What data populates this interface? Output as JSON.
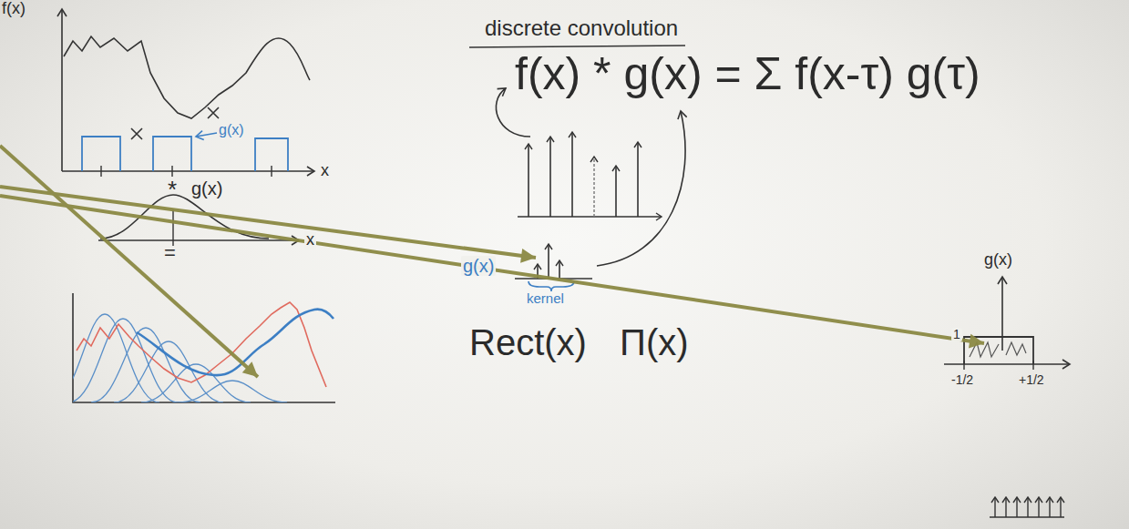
{
  "diagram": {
    "title": "discrete convolution",
    "labels": [
      "f(x)",
      "g(x)",
      "x",
      "*",
      "g(x)",
      "x",
      "=",
      "f(x) * g(x) = Σ f(x-τ) g(τ)",
      "g(x)",
      "kernel",
      "Rect(x)",
      "Π(x)",
      "g(x)",
      "1",
      "-1/2",
      "+1/2"
    ]
  }
}
